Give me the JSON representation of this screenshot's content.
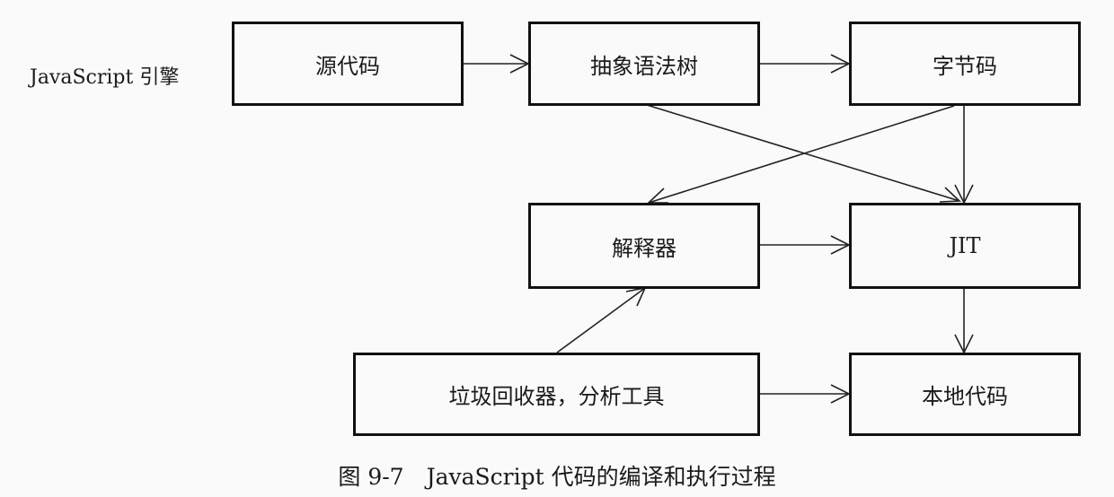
{
  "engine_label": "JavaScript 引擎",
  "nodes": {
    "source": "源代码",
    "ast": "抽象语法树",
    "bytecode": "字节码",
    "interpreter": "解释器",
    "jit": "JIT",
    "gc": "垃圾回收器，分析工具",
    "native": "本地代码"
  },
  "caption": "图 9-7　JavaScript 代码的编译和执行过程"
}
